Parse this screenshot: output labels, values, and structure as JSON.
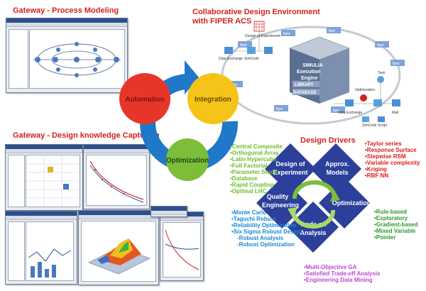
{
  "headings": {
    "process_modeling": "Gateway - Process Modeling",
    "collab_line1": "Collaborative Design Environment",
    "collab_line2": "with FIPER ACS",
    "knowledge": "Gateway - Design knowledge Capturing",
    "drivers": "Design Drivers"
  },
  "cycle": {
    "automation": "Automation",
    "integration": "Integration",
    "optimization": "Optimization",
    "colors": {
      "automation": "#e8352a",
      "integration": "#f6c418",
      "optimization": "#7cbd3a",
      "arrow": "#1f78c8"
    }
  },
  "collab": {
    "doe_label": "Design of Experiments",
    "data_exchange": "Data Exchange",
    "simcode": "SimCode",
    "optimization": "Optimization",
    "task": "Task",
    "mail": "Mail",
    "script": "Script",
    "box_word1": "SIMULIA",
    "box_word2": "Execution",
    "box_word3": "Engine",
    "box_word4": "LIBRARY",
    "box_word5": "DATABASE",
    "node_label": "fiper"
  },
  "diamonds": {
    "doe_line1": "Design of",
    "doe_line2": "Experiment",
    "approx_line1": "Approx.",
    "approx_line2": "Models",
    "quality_line1": "Quality",
    "quality_line2": "Engineering",
    "opt": "Optimization",
    "tradeoff_line1": "Trade off",
    "tradeoff_line2": "Analysis"
  },
  "lists": {
    "doe_methods": [
      "Central Composite",
      "Orthogonal Array",
      "Latin Hypercube",
      "Full Factorial",
      "Parameter Study",
      "Database",
      "Rapid Coupling",
      "Optimal LHC"
    ],
    "approx_methods": [
      "Taylor series",
      "Response Surface",
      "Stepwise RSM",
      "Variable complexity",
      "Kriging",
      "RBF NN"
    ],
    "quality_methods": [
      "Monte Carlo",
      "Taguchi Robust",
      "Reliability Optimization",
      "Six Sigma Robust Design"
    ],
    "quality_sub": [
      "-Robust Analysis",
      "-Robust Optimization"
    ],
    "opt_methods": [
      "Rule-based",
      "Exploratory",
      "Gradient-based",
      "Mixed Variable",
      "Pointer"
    ],
    "tradeoff_methods": [
      "Multi-Objective GA",
      "Satisfied Trade-off Analysis",
      "Engineering Data Mining"
    ]
  },
  "list_colors": {
    "doe": "#6cbd2a",
    "approx": "#e01818",
    "quality": "#1888d8",
    "opt": "#2a9a2a",
    "tradeoff": "#c045d8"
  }
}
